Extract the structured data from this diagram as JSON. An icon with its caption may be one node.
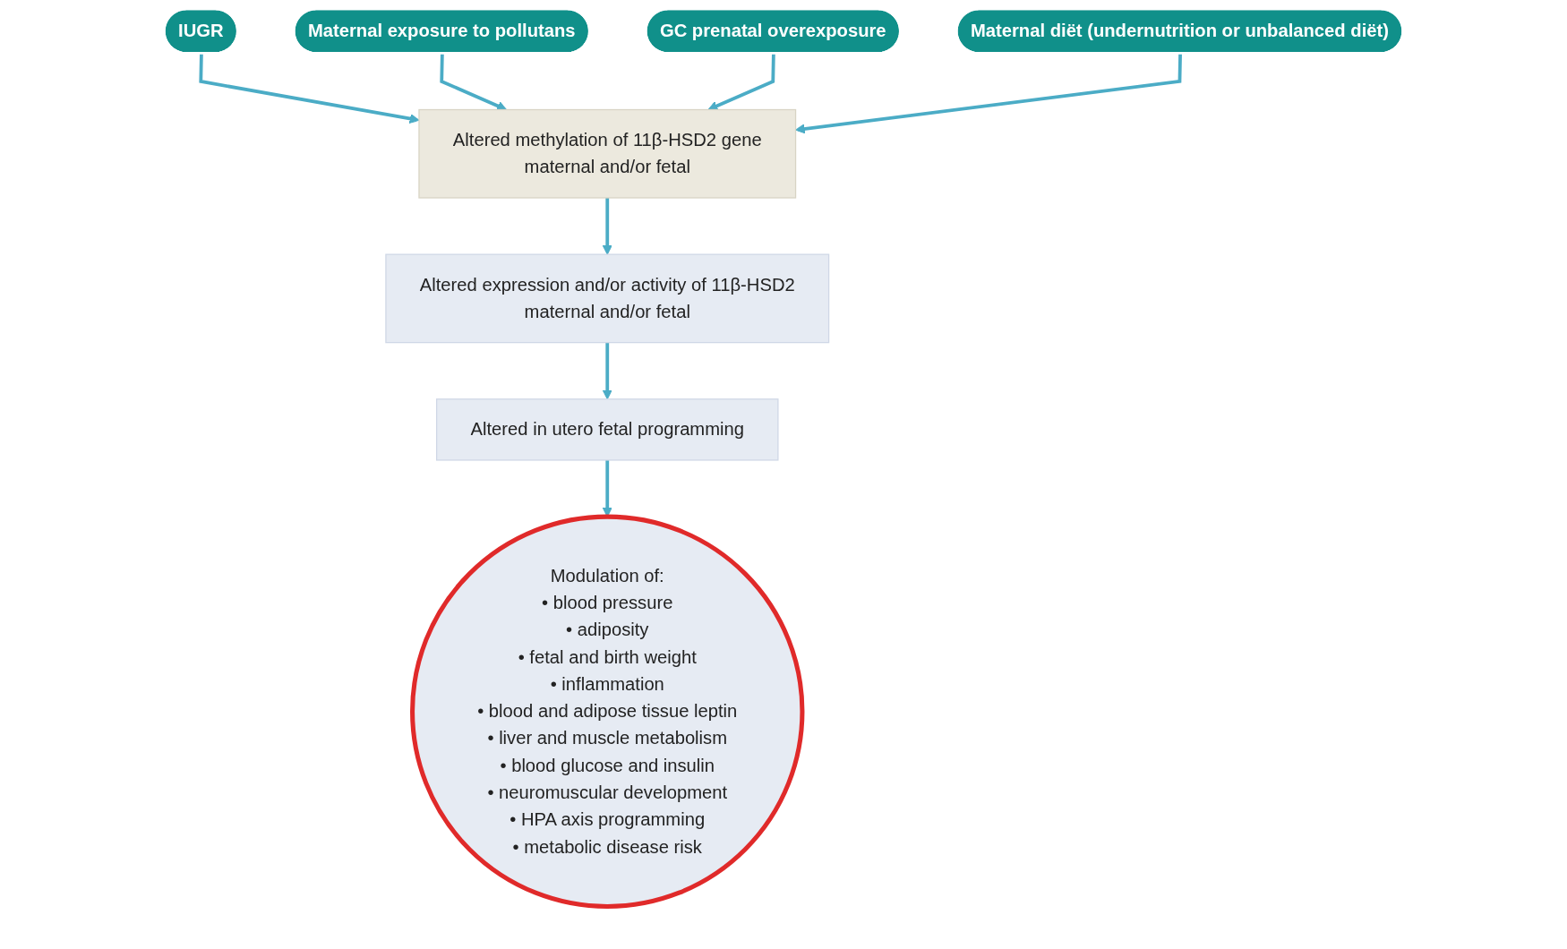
{
  "diagram": {
    "nodes": [
      {
        "text": [
          "IUGR"
        ]
      },
      {
        "text": [
          "Maternal exposure to pollutans"
        ]
      },
      {
        "text": [
          "GC prenatal overexposure"
        ]
      },
      {
        "text": [
          "Maternal diët (undernutrition or unbalanced diët)"
        ]
      },
      {
        "text": [
          "Altered methylation of 11β-HSD2 gene",
          "maternal and/or fetal"
        ]
      },
      {
        "text": [
          "Altered expression and/or activity of 11β-HSD2",
          "maternal and/or fetal"
        ]
      },
      {
        "text": [
          "Altered in utero fetal programming"
        ]
      },
      {
        "text": [
          "Modulation of:",
          "• blood pressure",
          "• adiposity",
          "• fetal and birth weight",
          "• inflammation",
          "• blood and adipose tissue leptin",
          "• liver and muscle metabolism",
          "• blood glucose and insulin",
          "• neuromuscular development",
          "• HPA axis programming",
          "• metabolic disease risk"
        ]
      }
    ],
    "edges": [
      {
        "from": 0,
        "to": 4,
        "arrow": "to"
      },
      {
        "from": 1,
        "to": 4,
        "arrow": "to"
      },
      {
        "from": 2,
        "to": 4,
        "arrow": "to"
      },
      {
        "from": 3,
        "to": 4,
        "arrow": "to"
      },
      {
        "from": 4,
        "to": 5,
        "arrow": "to"
      },
      {
        "from": 5,
        "to": 6,
        "arrow": "to"
      },
      {
        "from": 6,
        "to": 7,
        "arrow": "to"
      }
    ]
  }
}
